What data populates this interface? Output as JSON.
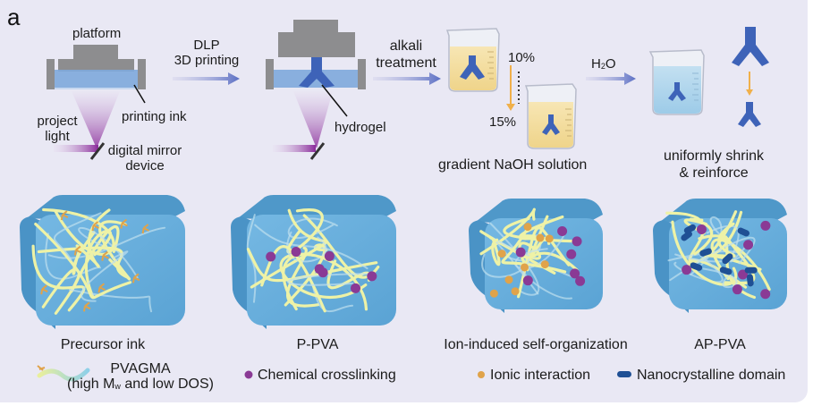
{
  "panel_label": "a",
  "step1": {
    "platform_label": "platform",
    "printing_ink_label": "printing ink",
    "project_light_label_line1": "project",
    "project_light_label_line2": "light",
    "dmd_label_line1": "digital mirror",
    "dmd_label_line2": "device"
  },
  "arrow1": {
    "line1": "DLP",
    "line2": "3D printing"
  },
  "step2": {
    "hydrogel_label": "hydrogel"
  },
  "arrow2": {
    "line1": "alkali",
    "line2": "treatment"
  },
  "step3": {
    "conc_start": "10%",
    "conc_end": "15%",
    "caption": "gradient NaOH solution"
  },
  "arrow3": {
    "label_H": "H",
    "label_2": "2",
    "label_O": "O"
  },
  "step4": {
    "caption_line1": "uniformly shrink",
    "caption_line2": "& reinforce"
  },
  "cubes": [
    {
      "caption": "Precursor ink"
    },
    {
      "caption": "P-PVA"
    },
    {
      "caption": "Ion-induced self-organization"
    },
    {
      "caption": "AP-PVA"
    }
  ],
  "legend": {
    "pvagma_line1": "PVAGMA",
    "pvagma_line2_a": "(high M",
    "pvagma_line2_sub": "w",
    "pvagma_line2_b": " and low DOS)",
    "chemical": "Chemical crosslinking",
    "ionic": "Ionic interaction",
    "nano": "Nanocrystalline domain"
  },
  "colors": {
    "background": "#e9e8f4",
    "gray_equipment": "#8d8d8f",
    "ink_blue": "#7ea9dc",
    "hydrogel_blue": "#3e63b8",
    "arrow_blue": "#5b6fc4",
    "light_purple": "#8a2a9a",
    "naoh_yellow": "#f4dea0",
    "water_blue": "#a9d3ec",
    "gel_cube": "#5ea8d8",
    "chain_yellow": "#eef2a6",
    "crosslink_purple": "#8a3a95",
    "ionic_orange": "#e0a34a",
    "nanocrystal_blue": "#1f4f94",
    "gradient_arrow": "#f0b04a"
  }
}
